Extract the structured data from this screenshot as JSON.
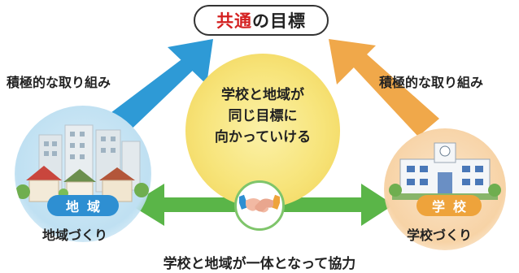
{
  "title": {
    "part1": "共通",
    "part2": "の目標"
  },
  "left": {
    "action_label": "積極的な取り組み",
    "badge": "地域",
    "sub_label": "地域づくり"
  },
  "right": {
    "action_label": "積極的な取り組み",
    "badge": "学校",
    "sub_label": "学校づくり"
  },
  "center": {
    "lines": [
      "学校と地域が",
      "同じ目標に",
      "向かっていける"
    ]
  },
  "bottom_label": "学校と地域が一体となって協力",
  "colors": {
    "title_accent": "#d42020",
    "left_arrow": "#2e9ad6",
    "right_arrow": "#f0a84a",
    "bottom_arrow": "#5ab548",
    "center_circle": "#f7e47a",
    "left_badge": "#2e8fd2",
    "right_badge": "#eea33b"
  },
  "icons": [
    "handshake-icon",
    "town-illustration",
    "school-illustration"
  ]
}
